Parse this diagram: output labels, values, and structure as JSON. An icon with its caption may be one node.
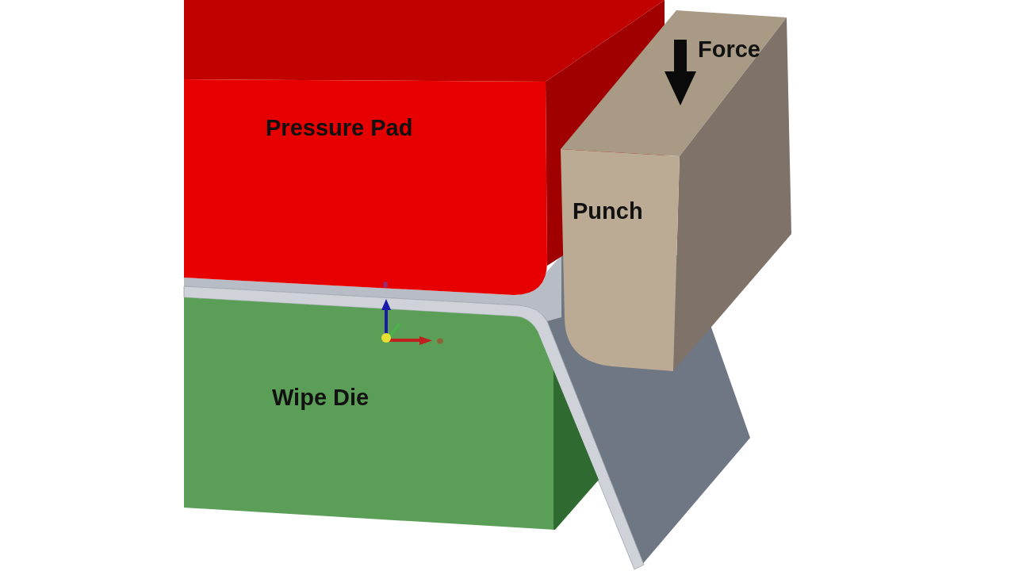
{
  "diagram": {
    "nodes": [
      {
        "text": [
          "Pressure Pad"
        ]
      },
      {
        "text": [
          "Punch"
        ]
      },
      {
        "text": [
          "Wipe Die"
        ]
      }
    ],
    "labels": [
      "Force"
    ]
  }
}
